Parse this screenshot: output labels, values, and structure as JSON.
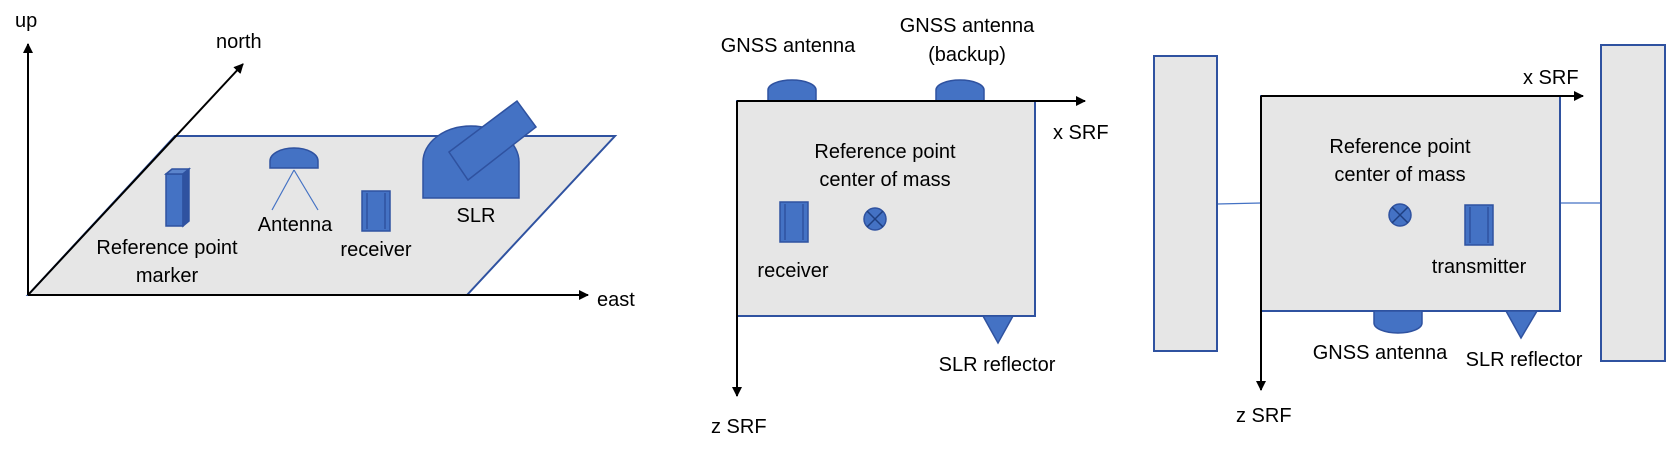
{
  "colors": {
    "plate_fill": "#e6e6e6",
    "plate_stroke": "#2f52a0",
    "component_fill": "#4472c4",
    "component_dark": "#2f52a0",
    "axis": "#000000"
  },
  "panel_ground": {
    "axis_up": "up",
    "axis_north": "north",
    "axis_east": "east",
    "marker_line1": "Reference point",
    "marker_line2": "marker",
    "antenna": "Antenna",
    "receiver": "receiver",
    "slr": "SLR"
  },
  "panel_sat1": {
    "gnss_antenna": "GNSS antenna",
    "gnss_backup_line1": "GNSS antenna",
    "gnss_backup_line2": "(backup)",
    "x_axis": "x SRF",
    "z_axis": "z SRF",
    "ref_line1": "Reference point",
    "ref_line2": "center of mass",
    "receiver": "receiver",
    "slr_reflector": "SLR reflector"
  },
  "panel_sat2": {
    "x_axis": "x SRF",
    "z_axis": "z SRF",
    "ref_line1": "Reference point",
    "ref_line2": "center of mass",
    "transmitter": "transmitter",
    "gnss_antenna": "GNSS antenna",
    "slr_reflector": "SLR reflector"
  }
}
